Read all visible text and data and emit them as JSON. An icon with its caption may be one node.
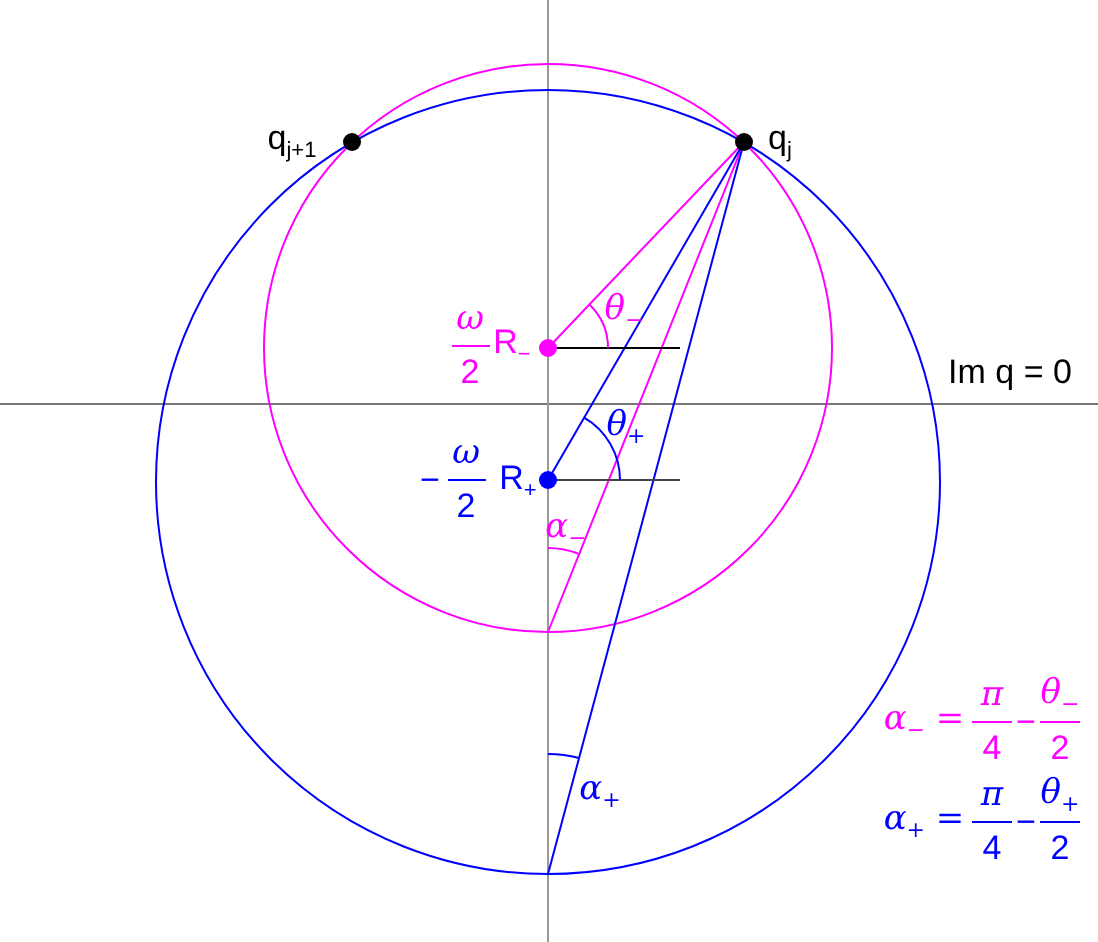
{
  "diagram": {
    "labels": [
      "q$_{j+1}$",
      "q$_{j}$",
      "θ$_{−}$",
      "ω",
      "2",
      "R$_{−}$",
      "Im q = 0",
      "θ$_{+}$",
      "−",
      "ω",
      "2",
      "R$_{+}$",
      "α$_{−}$",
      "α$_{+}$",
      "α$_{−}$ =",
      "π",
      "4",
      "−",
      "θ$_{−}$",
      "2",
      "α$_{+}$ =",
      "π",
      "4",
      "−",
      "θ$_{+}$",
      "2"
    ]
  }
}
